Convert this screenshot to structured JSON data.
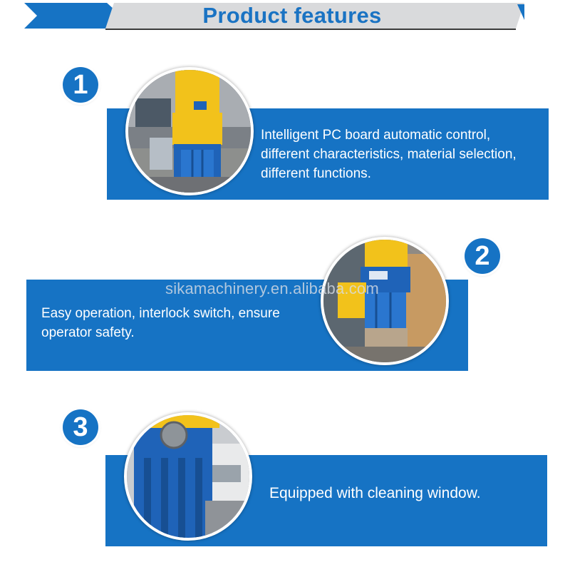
{
  "header": {
    "title": "Product features"
  },
  "features": [
    {
      "number": "1",
      "text_lines": [
        "Intelligent PC board automatic control,",
        "different characteristics, material selection,",
        "different functions."
      ]
    },
    {
      "number": "2",
      "text_lines": [
        "Easy operation, interlock switch, ensure",
        "operator safety."
      ]
    },
    {
      "number": "3",
      "text_lines": [
        "Equipped with cleaning window."
      ]
    }
  ],
  "watermark": "sikamachinery.en.alibaba.com",
  "colors": {
    "accent": "#1673c4",
    "title": "#1a73c3",
    "machine_yellow": "#f2c21b",
    "machine_blue": "#1f63b8"
  }
}
